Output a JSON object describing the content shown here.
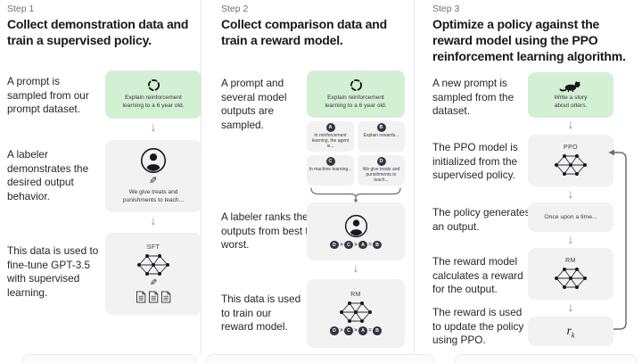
{
  "colors": {
    "prompt_green": "#d4f0d4",
    "box_gray": "#f2f2f3",
    "circle_dark": "#343541",
    "heading_text": "#17171d",
    "muted_text": "#6e6e80",
    "divider": "#e6e6e6",
    "arrow_gray": "#8e8e93"
  },
  "glyphs": {
    "pencil": "✎",
    "arrow_down": "↓"
  },
  "steps": [
    {
      "label": "Step 1",
      "title": "Collect demonstration data and train a supervised policy.",
      "captions": [
        "A prompt is sampled from our prompt dataset.",
        "A labeler demonstrates the desired output behavior.",
        "This data is used to fine-tune GPT-3.5 with supervised learning."
      ],
      "prompt_text": "Explain reinforcement learning to a 6 year old.",
      "labeler_text": "We give treats and punishments to teach...",
      "model_label": "SFT"
    },
    {
      "label": "Step 2",
      "title": "Collect comparison data and train a reward model.",
      "captions": [
        "A prompt and several model outputs are sampled.",
        "A labeler ranks the outputs from best to worst.",
        "This data is used to train our reward model."
      ],
      "prompt_text": "Explain reinforcement learning to a 6 year old.",
      "outputs": [
        {
          "key": "A",
          "text": "In reinforcement learning, the agent is..."
        },
        {
          "key": "B",
          "text": "Explain rewards..."
        },
        {
          "key": "C",
          "text": "In machine learning..."
        },
        {
          "key": "D",
          "text": "We give treats and punishments to teach..."
        }
      ],
      "ranking": {
        "items": [
          "D",
          "C",
          "A",
          "B"
        ],
        "seps": [
          ">",
          ">",
          "="
        ]
      },
      "model_label": "RM"
    },
    {
      "label": "Step 3",
      "title": "Optimize a policy against the reward model using the PPO reinforcement learning algorithm.",
      "captions": [
        "A new prompt is sampled from the dataset.",
        "The PPO model is initialized from the supervised policy.",
        "The policy generates an output.",
        "The reward model calculates a reward for the output.",
        "The reward is used to update the policy using PPO."
      ],
      "prompt_text": "Write a story about otters.",
      "policy_label": "PPO",
      "output_text": "Once upon a time...",
      "model_label": "RM",
      "reward": {
        "base": "r",
        "sub": "k"
      }
    }
  ]
}
